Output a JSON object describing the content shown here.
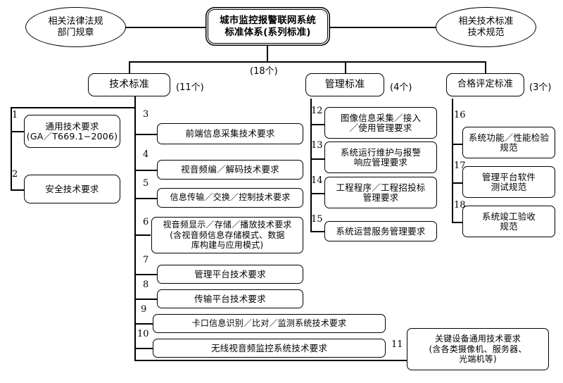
{
  "diagram": {
    "title": "城市监控报警联网系统标准体系(系列标准)",
    "root": {
      "label": "城市监控报警联网系统\n标准体系(系列标准)",
      "count_label": "(18个)"
    },
    "side_nodes": [
      {
        "id": "left-ellipse",
        "label": "相关法律法规\n部门规章"
      },
      {
        "id": "right-ellipse",
        "label": "相关技术标准\n技术规范"
      }
    ],
    "categories": [
      {
        "id": "tech",
        "label": "技术标准",
        "count_label": "(11个)"
      },
      {
        "id": "management",
        "label": "管理标准",
        "count_label": "(4个)"
      },
      {
        "id": "conformity",
        "label": "合格评定标准",
        "count_label": "(3个)"
      }
    ],
    "items": {
      "tech_left": [
        {
          "num": "1",
          "label": "通用技术要求\n(GA／T669.1−2006)"
        },
        {
          "num": "2",
          "label": "安全技术要求"
        }
      ],
      "tech_right": [
        {
          "num": "3",
          "label": "前端信息采集技术要求"
        },
        {
          "num": "4",
          "label": "视音频编／解码技术要求"
        },
        {
          "num": "5",
          "label": "信息传输／交换／控制技术要求"
        },
        {
          "num": "6",
          "label": "视音频显示／存储／播放技术要求\n(含视音频信息存储模式、数据\n库构建与应用模式)"
        },
        {
          "num": "7",
          "label": "管理平台技术要求"
        },
        {
          "num": "8",
          "label": "传输平台技术要求"
        },
        {
          "num": "9",
          "label": "卡口信息识别／比对／监测系统技术要求"
        },
        {
          "num": "10",
          "label": "无线视音频监控系统技术要求"
        },
        {
          "num": "11",
          "label": "关键设备通用技术要求\n(含各类摄像机、服务器、\n光端机等)"
        }
      ],
      "management": [
        {
          "num": "12",
          "label": "图像信息采集／接入\n／使用管理要求"
        },
        {
          "num": "13",
          "label": "系统运行维护与报警\n响应管理要求"
        },
        {
          "num": "14",
          "label": "工程程序／工程招投标\n管理要求"
        },
        {
          "num": "15",
          "label": "系统运营服务管理要求"
        }
      ],
      "conformity": [
        {
          "num": "16",
          "label": "系统功能／性能检验\n规范"
        },
        {
          "num": "17",
          "label": "管理平台软件\n测试规范"
        },
        {
          "num": "18",
          "label": "系统竣工验收\n规范"
        }
      ]
    },
    "colors": {
      "line": "#000000",
      "node_fill": "#ffffff",
      "text": "#000000"
    }
  }
}
